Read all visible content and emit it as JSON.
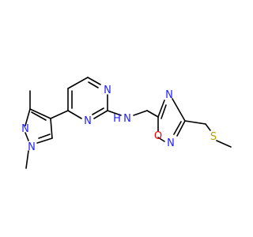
{
  "colors": {
    "nitrogen": "#2020ff",
    "oxygen": "#ff0000",
    "sulfur": "#b8a000",
    "bond": "#000000",
    "background": "#ffffff"
  },
  "atoms": {
    "n_pyrazole_1": "N",
    "n_pyrazole_2": "N",
    "n_pyrimidine_1": "N",
    "n_pyrimidine_3": "N",
    "n_amine": "N",
    "h_amine": "H",
    "n_oxadiazole_4": "N",
    "n_oxadiazole_2": "N",
    "o_oxadiazole": "O",
    "s_thioether": "S"
  }
}
